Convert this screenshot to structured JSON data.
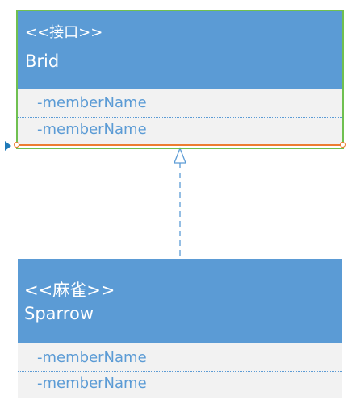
{
  "classes": {
    "brid": {
      "stereotype": "<<接口>>",
      "name": "Brid",
      "members": [
        "-memberName",
        "-memberName"
      ]
    },
    "sparrow": {
      "stereotype": "<<麻雀>>",
      "name": "Sparrow",
      "members": [
        "-memberName",
        "-memberName"
      ]
    }
  },
  "relationship": {
    "type": "realization",
    "from": "sparrow",
    "to": "brid"
  },
  "colors": {
    "header": "#5b9bd5",
    "body": "#f2f2f2",
    "member_text": "#5b9bd5",
    "selection_outline": "#70c050",
    "selection_line": "#ed7d31",
    "marker": "#1f7ab8"
  }
}
